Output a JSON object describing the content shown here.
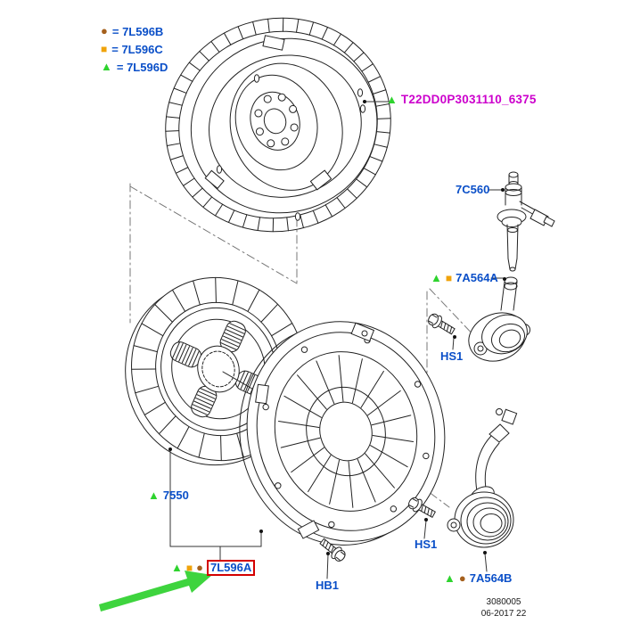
{
  "icons": {
    "triangle": "▲",
    "square": "■",
    "circle": "●"
  },
  "legend": {
    "items": [
      {
        "icon": "circle-brown-icon",
        "text": "= 7L596B"
      },
      {
        "icon": "square-orange-icon",
        "text": "= 7L596C"
      },
      {
        "icon": "triangle-green-icon",
        "text": "= 7L596D"
      }
    ]
  },
  "callouts": {
    "flywheel": {
      "text": "T22DD0P3031110_6375"
    },
    "release_shaft": {
      "text": "7C560"
    },
    "slave_cyl_a": {
      "text": "7A564A"
    },
    "slave_cyl_b": {
      "text": "7A564B"
    },
    "clutch_disc": {
      "text": "7550"
    },
    "clutch_kit": {
      "text": "7L596A"
    },
    "bolt_hs1_upper": {
      "text": "HS1"
    },
    "bolt_hs1_lower": {
      "text": "HS1"
    },
    "bolt_hb1": {
      "text": "HB1"
    }
  },
  "footer": {
    "doc_number": "3080005",
    "date_code": "06-2017 22"
  },
  "colors": {
    "label_blue": "#0a4fc8",
    "highlight_magenta": "#cc00cc",
    "marker_green": "#2ed32e",
    "marker_orange": "#f0a30a",
    "marker_brown": "#a5601d",
    "highlight_red": "#d40000",
    "arrow_green": "#3ed43e"
  }
}
